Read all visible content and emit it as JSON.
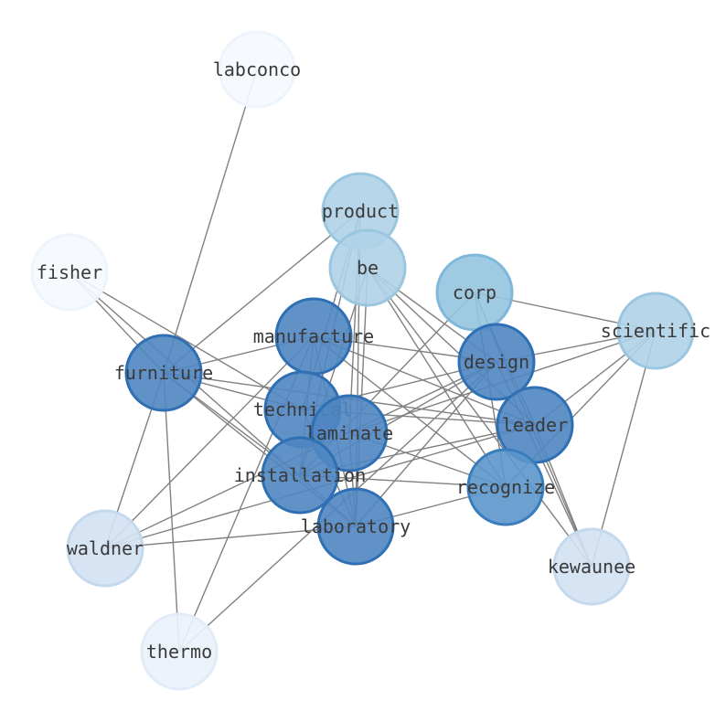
{
  "nodes": [
    {
      "id": "labconco",
      "label": "labconco",
      "fill": "#f5f9fe",
      "stroke": "#eef4fc"
    },
    {
      "id": "product",
      "label": "product",
      "fill": "#b0d2e7",
      "stroke": "#9ac6e0"
    },
    {
      "id": "fisher",
      "label": "fisher",
      "fill": "#f5f9fe",
      "stroke": "#eef4fc"
    },
    {
      "id": "be",
      "label": "be",
      "fill": "#b0d2e7",
      "stroke": "#9ac6e0"
    },
    {
      "id": "corp",
      "label": "corp",
      "fill": "#94c4df",
      "stroke": "#7fb8da"
    },
    {
      "id": "scientific",
      "label": "scientific",
      "fill": "#b0d2e7",
      "stroke": "#9ac6e0"
    },
    {
      "id": "manufacture",
      "label": "manufacture",
      "fill": "#4f86c2",
      "stroke": "#2f6fb3"
    },
    {
      "id": "design",
      "label": "design",
      "fill": "#4f86c2",
      "stroke": "#2f6fb3"
    },
    {
      "id": "furniture",
      "label": "furniture",
      "fill": "#4f86c2",
      "stroke": "#2f6fb3"
    },
    {
      "id": "technical",
      "label": "technical",
      "fill": "#4f86c2",
      "stroke": "#2f6fb3"
    },
    {
      "id": "laminate",
      "label": "laminate",
      "fill": "#4f86c2",
      "stroke": "#2f6fb3"
    },
    {
      "id": "leader",
      "label": "leader",
      "fill": "#4f86c2",
      "stroke": "#2f6fb3"
    },
    {
      "id": "installation",
      "label": "installation",
      "fill": "#4f86c2",
      "stroke": "#2f6fb3"
    },
    {
      "id": "recognize",
      "label": "recognize",
      "fill": "#5b96cb",
      "stroke": "#3a7dbd"
    },
    {
      "id": "laboratory",
      "label": "laboratory",
      "fill": "#4f86c2",
      "stroke": "#2f6fb3"
    },
    {
      "id": "waldner",
      "label": "waldner",
      "fill": "#d1e1f2",
      "stroke": "#c4d9ee"
    },
    {
      "id": "kewaunee",
      "label": "kewaunee",
      "fill": "#d1e1f2",
      "stroke": "#c4d9ee"
    },
    {
      "id": "thermo",
      "label": "thermo",
      "fill": "#eaf2fb",
      "stroke": "#e1ecf8"
    }
  ],
  "edges": [
    [
      "labconco",
      "furniture"
    ],
    [
      "fisher",
      "furniture"
    ],
    [
      "fisher",
      "technical"
    ],
    [
      "fisher",
      "laboratory"
    ],
    [
      "product",
      "furniture"
    ],
    [
      "product",
      "technical"
    ],
    [
      "product",
      "laminate"
    ],
    [
      "product",
      "installation"
    ],
    [
      "product",
      "laboratory"
    ],
    [
      "be",
      "installation"
    ],
    [
      "be",
      "laboratory"
    ],
    [
      "be",
      "design"
    ],
    [
      "be",
      "leader"
    ],
    [
      "be",
      "recognize"
    ],
    [
      "be",
      "kewaunee"
    ],
    [
      "corp",
      "scientific"
    ],
    [
      "corp",
      "recognize"
    ],
    [
      "corp",
      "kewaunee"
    ],
    [
      "corp",
      "leader"
    ],
    [
      "corp",
      "installation"
    ],
    [
      "manufacture",
      "design"
    ],
    [
      "manufacture",
      "leader"
    ],
    [
      "manufacture",
      "recognize"
    ],
    [
      "manufacture",
      "installation"
    ],
    [
      "manufacture",
      "laboratory"
    ],
    [
      "manufacture",
      "thermo"
    ],
    [
      "manufacture",
      "waldner"
    ],
    [
      "manufacture",
      "furniture"
    ],
    [
      "scientific",
      "design"
    ],
    [
      "scientific",
      "leader"
    ],
    [
      "scientific",
      "recognize"
    ],
    [
      "scientific",
      "kewaunee"
    ],
    [
      "scientific",
      "laminate"
    ],
    [
      "design",
      "technical"
    ],
    [
      "design",
      "installation"
    ],
    [
      "design",
      "laboratory"
    ],
    [
      "design",
      "waldner"
    ],
    [
      "design",
      "kewaunee"
    ],
    [
      "design",
      "thermo"
    ],
    [
      "furniture",
      "technical"
    ],
    [
      "furniture",
      "installation"
    ],
    [
      "furniture",
      "laboratory"
    ],
    [
      "furniture",
      "waldner"
    ],
    [
      "furniture",
      "thermo"
    ],
    [
      "furniture",
      "leader"
    ],
    [
      "technical",
      "leader"
    ],
    [
      "technical",
      "laboratory"
    ],
    [
      "laminate",
      "recognize"
    ],
    [
      "laminate",
      "laboratory"
    ],
    [
      "leader",
      "installation"
    ],
    [
      "leader",
      "waldner"
    ],
    [
      "leader",
      "kewaunee"
    ],
    [
      "installation",
      "recognize"
    ],
    [
      "recognize",
      "laboratory"
    ],
    [
      "laboratory",
      "waldner"
    ]
  ]
}
